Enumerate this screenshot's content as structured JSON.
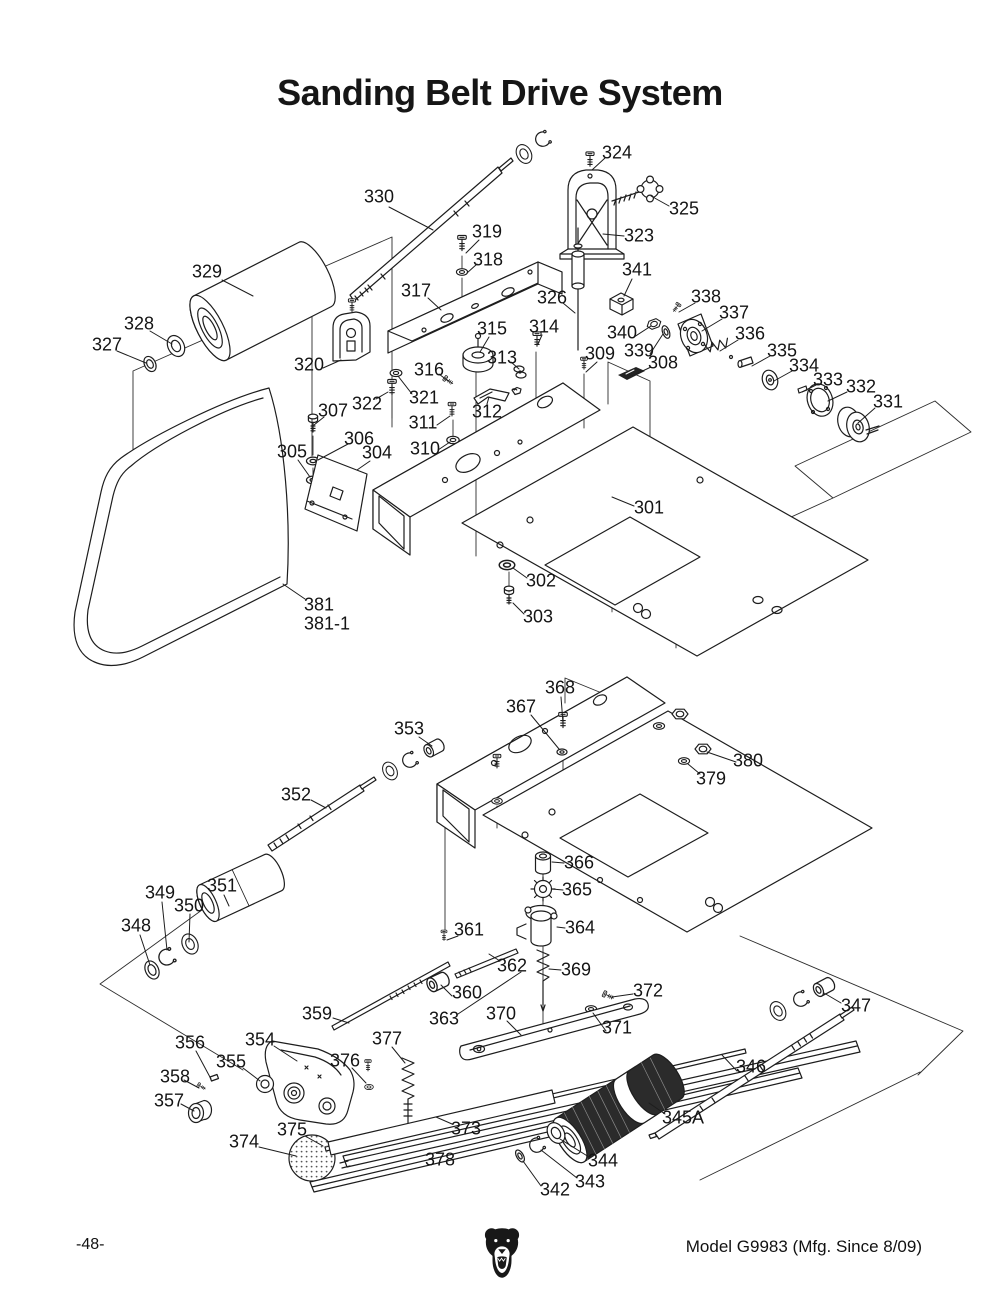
{
  "title": "Sanding Belt Drive System",
  "footer": {
    "page_number": "-48-",
    "model_text": "Model G9983 (Mfg. Since 8/09)"
  },
  "icons": {
    "logo": "grizzly-bear-logo"
  },
  "parts": [
    "324",
    "325",
    "330",
    "323",
    "319",
    "318",
    "329",
    "317",
    "326",
    "341",
    "338",
    "337",
    "328",
    "327",
    "336",
    "340",
    "339",
    "309",
    "308",
    "335",
    "334",
    "333",
    "332",
    "331",
    "315",
    "314",
    "313",
    "316",
    "320",
    "322",
    "321",
    "312",
    "311",
    "310",
    "307",
    "306",
    "305",
    "304",
    "302",
    "303",
    "301",
    "381",
    "381-1",
    "368",
    "367",
    "353",
    "380",
    "379",
    "352",
    "366",
    "365",
    "351",
    "349",
    "350",
    "348",
    "364",
    "361",
    "369",
    "362",
    "372",
    "347",
    "360",
    "363",
    "359",
    "370",
    "371",
    "354",
    "377",
    "376",
    "346",
    "356",
    "355",
    "358",
    "357",
    "345A",
    "373",
    "375",
    "374",
    "344",
    "378",
    "343",
    "342"
  ]
}
